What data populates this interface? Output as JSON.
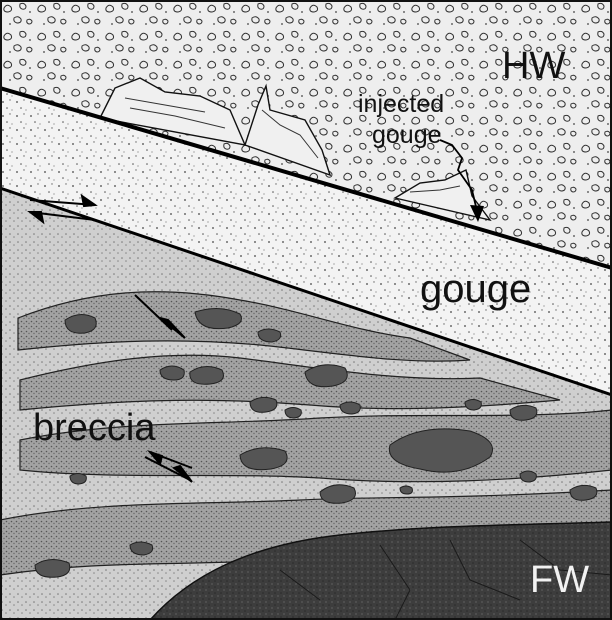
{
  "labels": {
    "hanging_wall": "HW",
    "injected_gouge_line1": "injected",
    "injected_gouge_line2": "gouge",
    "gouge": "gouge",
    "breccia": "breccia",
    "footwall": "FW"
  },
  "colors": {
    "ink": "#111111",
    "paper": "#ffffff",
    "gouge_fill": "#f2f2f2",
    "breccia_matrix": "#c8c8c8",
    "breccia_band_dark": "#8f8f8f",
    "clast": "#555555",
    "footwall": "#3a3a3a"
  }
}
